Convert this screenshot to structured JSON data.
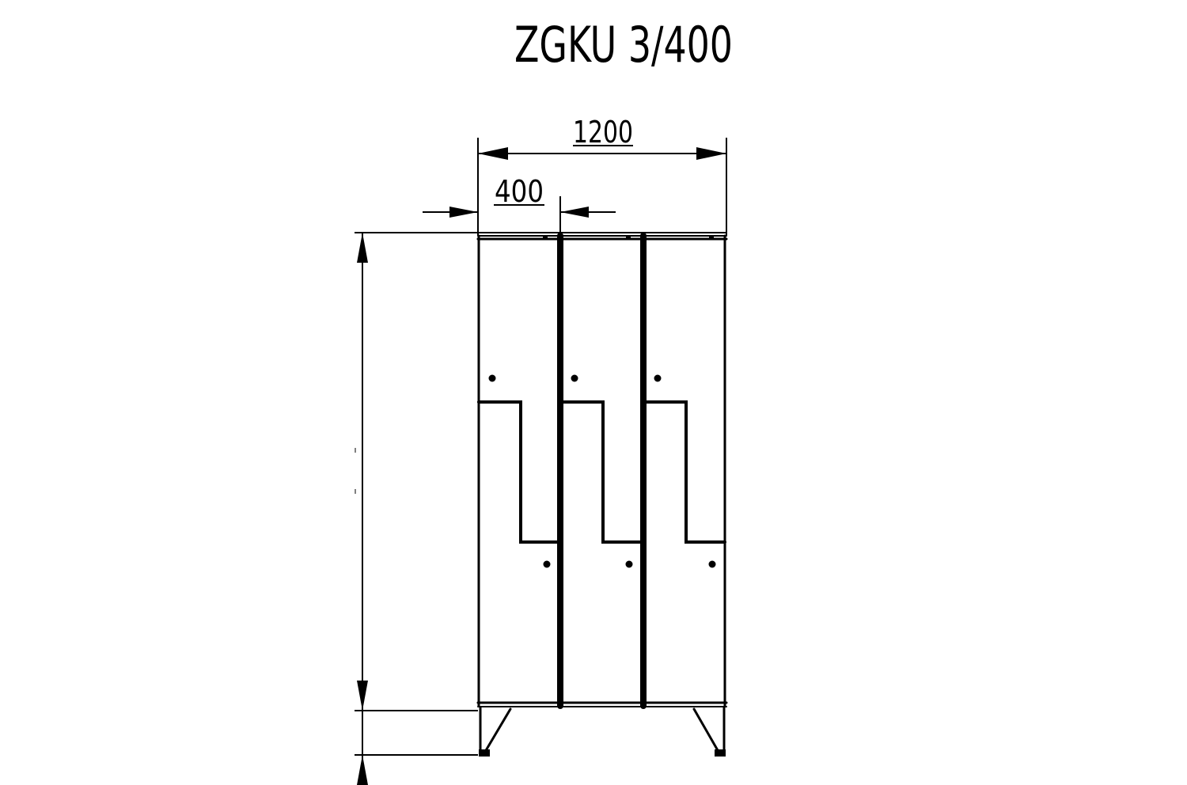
{
  "drawing": {
    "title": "ZGKU 3/400",
    "dimensions": {
      "total_width": "1200",
      "compartment_width": "400"
    },
    "columns": 3,
    "colors": {
      "line": "#000000",
      "background": "#ffffff"
    }
  }
}
